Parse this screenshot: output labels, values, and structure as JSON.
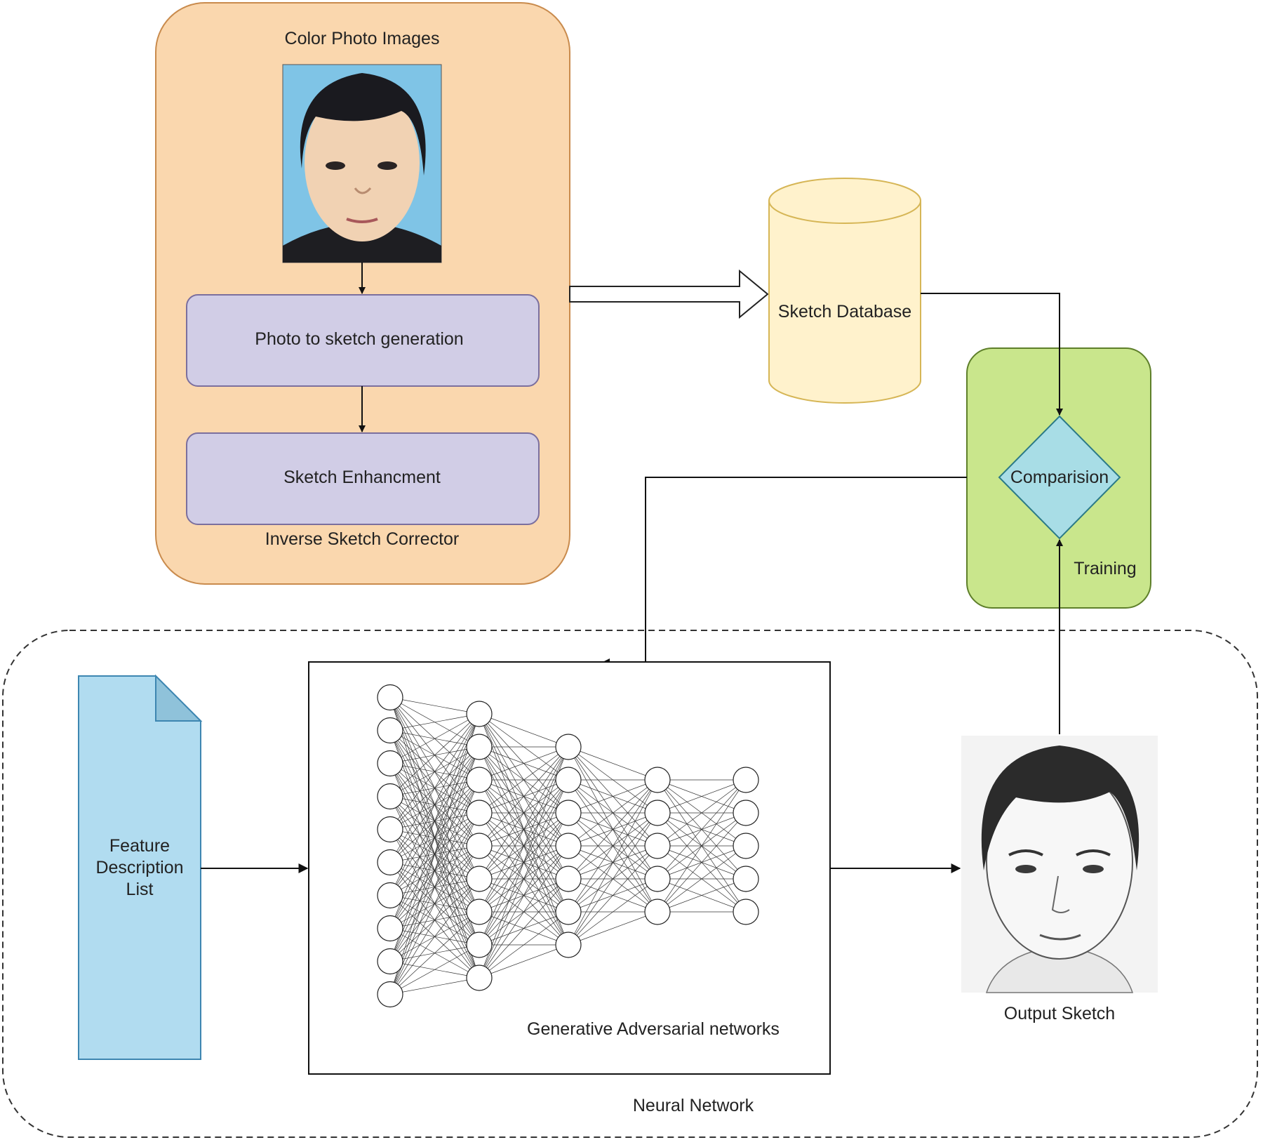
{
  "diagram": {
    "input_panel": {
      "title": "Color Photo Images",
      "caption": "Inverse Sketch Corrector",
      "steps": [
        "Photo to sketch generation",
        "Sketch Enhancment"
      ]
    },
    "database": {
      "label": "Sketch Database"
    },
    "training": {
      "caption": "Training",
      "decision": "Comparision"
    },
    "neural_network": {
      "caption": "Neural Network",
      "document": {
        "lines": [
          "Feature",
          "Description",
          "List"
        ]
      },
      "gan": {
        "caption": "Generative Adversarial networks",
        "layer_sizes": [
          10,
          9,
          7,
          5,
          5
        ]
      },
      "output": {
        "caption": "Output Sketch"
      }
    }
  }
}
